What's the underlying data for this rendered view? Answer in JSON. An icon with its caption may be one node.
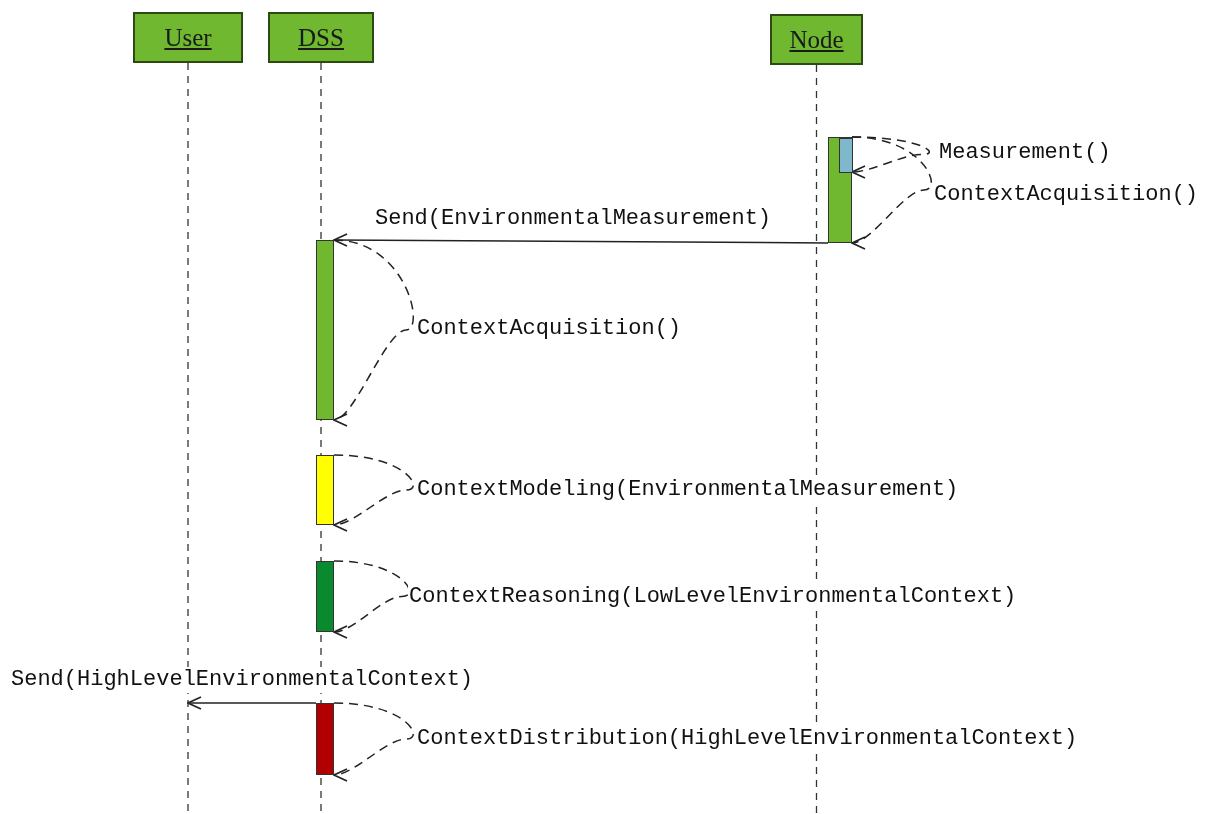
{
  "diagram": {
    "nodes": [
      {
        "text": [
          "User"
        ]
      },
      {
        "text": [
          "DSS"
        ]
      },
      {
        "text": [
          "Node"
        ]
      },
      {
        "text": [],
        "shape": "bar"
      },
      {
        "text": [],
        "shape": "bar",
        "in": 3
      },
      {
        "text": [],
        "shape": "bar"
      },
      {
        "text": [],
        "shape": "bar"
      },
      {
        "text": [],
        "shape": "bar"
      },
      {
        "text": [],
        "shape": "bar"
      }
    ],
    "edges": [
      {
        "from": 4,
        "to": 4,
        "arrow": "to",
        "style": "dashed",
        "label": "Measurement()"
      },
      {
        "from": 4,
        "to": 3,
        "arrow": "to",
        "style": "dashed",
        "label": "ContextAcquisition()"
      },
      {
        "from": 3,
        "to": 5,
        "arrow": "to",
        "label": "Send(EnvironmentalMeasurement)"
      },
      {
        "from": 5,
        "to": 5,
        "arrow": "to",
        "style": "dashed",
        "label": "ContextAcquisition()"
      },
      {
        "from": 6,
        "to": 6,
        "arrow": "to",
        "style": "dashed",
        "label": "ContextModeling(EnvironmentalMeasurement)"
      },
      {
        "from": 7,
        "to": 7,
        "arrow": "to",
        "style": "dashed",
        "label": "ContextReasoning(LowLevelEnvironmentalContext)"
      },
      {
        "from": 8,
        "to": 8,
        "arrow": "to",
        "style": "dashed",
        "label": "ContextDistribution(HighLevelEnvironmentalContext)"
      },
      {
        "from": 8,
        "to": null,
        "arrow": "to",
        "label": "Send(HighLevelEnvironmentalContext)"
      }
    ]
  }
}
